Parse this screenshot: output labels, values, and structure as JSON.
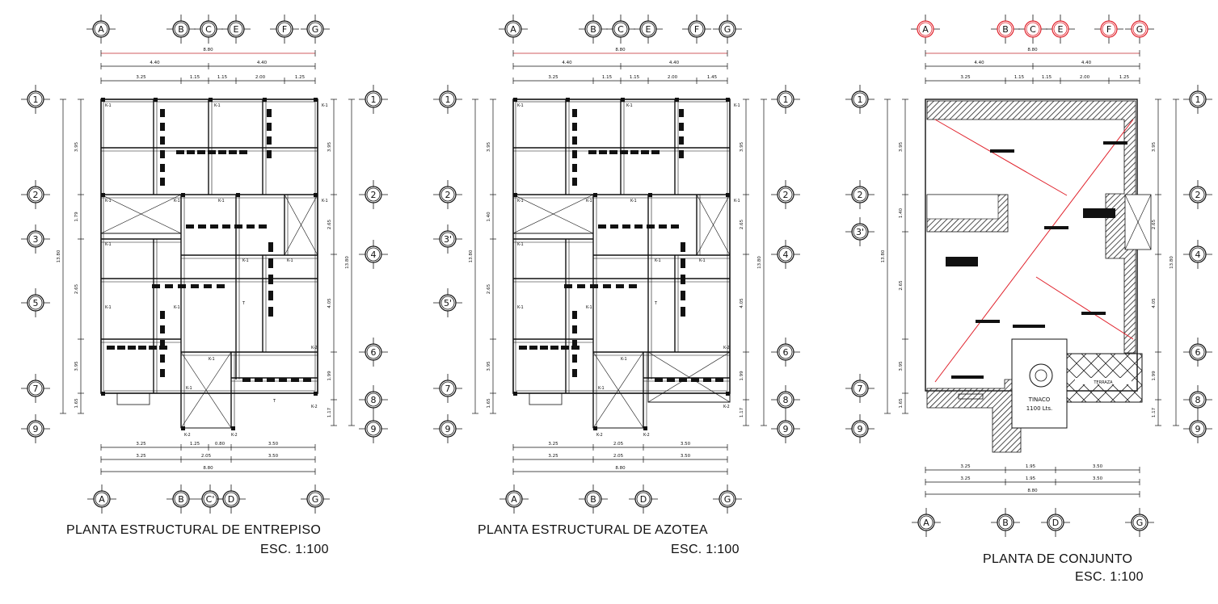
{
  "plans": [
    {
      "id": "entrepiso",
      "title": "PLANTA ESTRUCTURAL DE ENTREPISO",
      "scale": "ESC. 1:100",
      "top_axes": [
        "A",
        "B",
        "C",
        "E",
        "F",
        "G"
      ],
      "bottom_axes": [
        "A",
        "B",
        "C'",
        "D",
        "G"
      ],
      "left_axes": [
        "1",
        "2",
        "3",
        "5",
        "7",
        "9"
      ],
      "right_axes": [
        "1",
        "2",
        "4",
        "6",
        "8",
        "9"
      ],
      "top_total": "8.80",
      "top_mid": [
        "4.40",
        "4.40"
      ],
      "top_dims": [
        "3.25",
        "1.15",
        "1.15",
        "2.00",
        "1.25"
      ],
      "left_total": "13.80",
      "left_dims": [
        "3.95",
        "1.79",
        "2.65",
        "3.95",
        "1.65"
      ],
      "right_total": "13.80",
      "right_dims": [
        "3.95",
        "2.65",
        "4.05",
        "1.99",
        "1.17"
      ],
      "bottom_dims_1": [
        "3.25",
        "1.25",
        "0.80",
        "3.50"
      ],
      "bottom_dims_2": [
        "3.25",
        "2.05",
        "3.50"
      ],
      "bottom_total": "8.80",
      "labels": [
        "K-1",
        "K-1",
        "K-1",
        "K-1",
        "K-1",
        "K-1",
        "K-1",
        "K-1",
        "K-1",
        "K-1",
        "K-1",
        "K-1",
        "K-2",
        "K-2",
        "K-2",
        "K-2",
        "K-1",
        "K-1",
        "T",
        "T"
      ]
    },
    {
      "id": "azotea",
      "title": "PLANTA ESTRUCTURAL DE AZOTEA",
      "scale": "ESC. 1:100",
      "top_axes": [
        "A",
        "B",
        "C",
        "E",
        "F",
        "G"
      ],
      "bottom_axes": [
        "A",
        "B",
        "D",
        "G"
      ],
      "left_axes": [
        "1",
        "2",
        "3'",
        "5'",
        "7",
        "9"
      ],
      "right_axes": [
        "1",
        "2",
        "4",
        "6",
        "8",
        "9"
      ],
      "top_total": "8.80",
      "top_mid": [
        "4.40",
        "4.40"
      ],
      "top_dims": [
        "3.25",
        "1.15",
        "1.15",
        "2.00",
        "1.45"
      ],
      "left_total": "13.80",
      "left_dims": [
        "3.95",
        "1.40",
        "2.65",
        "3.95",
        "1.65"
      ],
      "right_total": "13.80",
      "right_dims": [
        "3.95",
        "2.65",
        "4.05",
        "1.99",
        "1.17"
      ],
      "bottom_dims_1": [
        "3.25",
        "2.05",
        "3.50"
      ],
      "bottom_dims_2": [
        "3.25",
        "2.05",
        "3.50"
      ],
      "bottom_total": "8.80",
      "labels": [
        "K-1",
        "K-1",
        "K-1",
        "K-1",
        "K-1",
        "K-1",
        "K-1",
        "K-1",
        "K-1",
        "K-1",
        "K-1",
        "K-1",
        "K-2",
        "K-2",
        "K-2",
        "K-2",
        "K-1",
        "K-1",
        "T"
      ]
    },
    {
      "id": "conjunto",
      "title": "PLANTA DE CONJUNTO",
      "scale": "ESC. 1:100",
      "top_axes": [
        "A",
        "B",
        "C",
        "E",
        "F",
        "G"
      ],
      "bottom_axes": [
        "A",
        "B",
        "D",
        "G"
      ],
      "left_axes": [
        "1",
        "2",
        "3'",
        "7",
        "9"
      ],
      "right_axes": [
        "1",
        "2",
        "4",
        "6",
        "8",
        "9"
      ],
      "top_total": "8.80",
      "top_mid": [
        "4.40",
        "4.40"
      ],
      "top_dims": [
        "3.25",
        "1.15",
        "1.15",
        "2.00",
        "1.25"
      ],
      "left_total": "13.80",
      "left_dims": [
        "3.95",
        "1.40",
        "2.65",
        "3.95",
        "1.65"
      ],
      "right_total": "13.80",
      "right_dims": [
        "3.95",
        "2.65",
        "4.05",
        "1.99",
        "1.17"
      ],
      "bottom_dims_1": [
        "3.25",
        "1.95",
        "3.50"
      ],
      "bottom_dims_2": [
        "3.25",
        "1.95",
        "3.50"
      ],
      "bottom_total": "8.80",
      "tank_label": "TINACO",
      "tank_capacity": "1100 Lts.",
      "terrace_label": "TERRAZA"
    }
  ],
  "colors": {
    "line": "#111111",
    "accent": "#e0202a",
    "hatch": "#222222"
  }
}
